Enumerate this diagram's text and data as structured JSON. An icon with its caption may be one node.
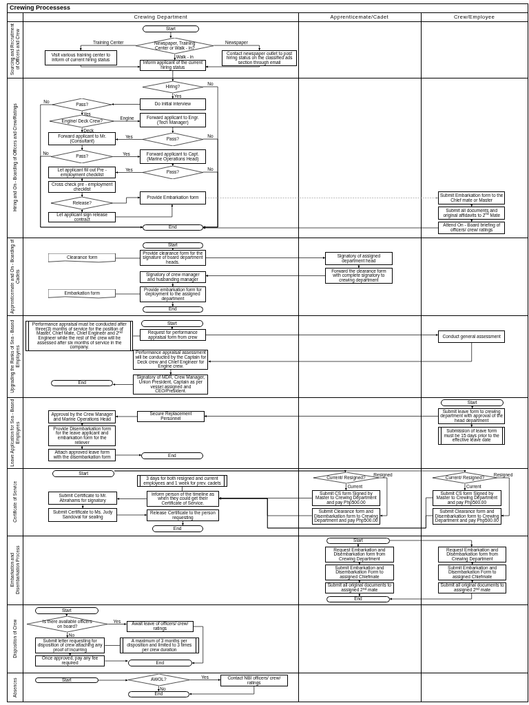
{
  "diagram": {
    "title": "Crewing Processess",
    "nodes": [
      {
        "text": [
          "Start"
        ]
      },
      {
        "text": [
          "Newspaper, Training Center or Walk - in?"
        ]
      },
      {
        "text": [
          "Visit various training center to inform of current hiring status"
        ]
      },
      {
        "text": [
          "Contact newspaper outlet to post hiring status on the classified ads section through email"
        ]
      },
      {
        "text": [
          "Inform applicant of the current hiring status"
        ]
      },
      {
        "text": [
          "Hiring?"
        ]
      },
      {
        "text": [
          "Do initial interview"
        ]
      },
      {
        "text": [
          "Pass?"
        ]
      },
      {
        "text": [
          "Engine/ Deck Crew?"
        ]
      },
      {
        "text": [
          "Forward applicant to Engr. (Tech Manager)"
        ]
      },
      {
        "text": [
          "Forward applicant to Mr. (Consultant)"
        ]
      },
      {
        "text": [
          "Pass?"
        ]
      },
      {
        "text": [
          "Pass?"
        ]
      },
      {
        "text": [
          "Forward applicant to Capt. (Marine Operations Head)"
        ]
      },
      {
        "text": [
          "Pass?"
        ]
      },
      {
        "text": [
          "Let applicant fill out Pre - employment checklist"
        ]
      },
      {
        "text": [
          "Cross check pre - employment checklist"
        ]
      },
      {
        "text": [
          "Release?"
        ]
      },
      {
        "text": [
          "Provide Embarkation form"
        ]
      },
      {
        "text": [
          "Let applicant sign release contract"
        ]
      },
      {
        "text": [
          "End"
        ]
      },
      {
        "text": [
          "Submit Embarkation form to the Chief mate or Master"
        ]
      },
      {
        "text": [
          "Submit all documents and original affidavits to 2$^{nd}$ Mate"
        ]
      },
      {
        "text": [
          "Attend On - Board briefing of officers/ crew/ ratings"
        ]
      },
      {
        "text": [
          "Start"
        ]
      },
      {
        "text": [
          "Clearance form"
        ]
      },
      {
        "text": [
          "Provide clearance form for the signature of board department heads."
        ]
      },
      {
        "text": [
          "Signatory of assigned department head"
        ]
      },
      {
        "text": [
          "Forward the clearance form with complete signatory to crewing department"
        ]
      },
      {
        "text": [
          "Signatory of crew manager and husbanding manager"
        ]
      },
      {
        "text": [
          "Embarkation form"
        ]
      },
      {
        "text": [
          "Provide embarkation form for deployment to the assigned department"
        ]
      },
      {
        "text": [
          "End"
        ]
      },
      {
        "text": [
          "Performance appraisal must be conducted after three(3) months of service for the position of Master, Chief Mate, Chief Engineer and 2$^{nd}$ Engineer while the rest of the crew will be assessed after six months of service in the company."
        ]
      },
      {
        "text": [
          "Start"
        ]
      },
      {
        "text": [
          "Request for performance appraisal form from crew"
        ]
      },
      {
        "text": [
          "Conduct general assessment"
        ]
      },
      {
        "text": [
          "Performance appraisal assessment will be conducted by the Captain for Deck crew and Chief Engineer for Engine crew."
        ]
      },
      {
        "text": [
          "Signatory of MDR, Crew Manager, Union President, Captain as per vessel assigned and CEO/President."
        ]
      },
      {
        "text": [
          "End"
        ]
      },
      {
        "text": [
          "Start"
        ]
      },
      {
        "text": [
          "Submit leave form to crewing department with approval of the head department"
        ]
      },
      {
        "text": [
          "Submission of leave form must be 15 days prior to the effective leave date"
        ]
      },
      {
        "text": [
          "Secure Replacement Personnel"
        ]
      },
      {
        "text": [
          "Approval by the Crew Manager and Marine Operations Head"
        ]
      },
      {
        "text": [
          "Provide Disembarkation form for the leave applicant and embarkation form for the reliever"
        ]
      },
      {
        "text": [
          "Attach approved leave form with the disembarkation form"
        ]
      },
      {
        "text": [
          "End"
        ]
      },
      {
        "text": [
          "Start"
        ]
      },
      {
        "text": [
          "3 days for both resigned and current employees and 1 week for prev. cadets"
        ]
      },
      {
        "text": [
          "Inform person of the timeline as when they could get their Certificate of Service."
        ]
      },
      {
        "text": [
          "Submit Certificate to Mr. Abrahams for signatory"
        ]
      },
      {
        "text": [
          "Submit Certificate to Ms. Judy Sandoval for sealing"
        ]
      },
      {
        "text": [
          "Release Certificate to the person requesting"
        ]
      },
      {
        "text": [
          "End"
        ]
      },
      {
        "text": [
          "Current/ Resigned?"
        ]
      },
      {
        "text": [
          "Submit CS form Signed by Master to Crewing Department and pay Php500.00"
        ]
      },
      {
        "text": [
          "Submit Clearance form and Disembarkation form to Crewing Department and pay Php500.00"
        ]
      },
      {
        "text": [
          "Current/ Resigned?"
        ]
      },
      {
        "text": [
          "Submit CS form Signed by Master to Crewing Department and pay Php500.00"
        ]
      },
      {
        "text": [
          "Submit Clearance form and Disembarkation form to Crewing Department and pay Php500.00"
        ]
      },
      {
        "text": [
          "Start"
        ]
      },
      {
        "text": [
          "Request Embarkation and Disembarkation form from Crewing Department"
        ]
      },
      {
        "text": [
          "Submit Embarkation and Disembarkation Form to assigned Chiefmate"
        ]
      },
      {
        "text": [
          "Submit all original documents to assigned 2$^{nd}$ mate"
        ]
      },
      {
        "text": [
          "End"
        ]
      },
      {
        "text": [
          "Request Embarkation and Disembarkation form from Crewing Department"
        ]
      },
      {
        "text": [
          "Submit Embarkation and Disembarkation Form to assigned Chiefmate"
        ]
      },
      {
        "text": [
          "Submit all original documents to assigned 2$^{nd}$ mate"
        ]
      },
      {
        "text": [
          "Start"
        ]
      },
      {
        "text": [
          "Is there available officers on board?"
        ]
      },
      {
        "text": [
          "Await leave of officers/ crew/ ratings"
        ]
      },
      {
        "text": [
          "Submit letter requesting for disposition of crew attaching any proof of incurring"
        ]
      },
      {
        "text": [
          "A maximum of 3 months per disposition and limited to 3 times per crew duration"
        ]
      },
      {
        "text": [
          "Once approved, pay any fee required"
        ]
      },
      {
        "text": [
          "End"
        ]
      },
      {
        "text": [
          "Start"
        ]
      },
      {
        "text": [
          "AWOL?"
        ]
      },
      {
        "text": [
          "Contact NBI officers/ crew/ ratings"
        ]
      },
      {
        "text": [
          "End"
        ]
      }
    ],
    "edges": [
      {
        "from": 0,
        "to": 1,
        "arrow": "to"
      },
      {
        "from": 1,
        "to": 2,
        "arrow": "to",
        "label": "Training Center"
      },
      {
        "from": 1,
        "to": 3,
        "arrow": "to",
        "label": "Newspaper"
      },
      {
        "from": 1,
        "to": 4,
        "arrow": "to",
        "label": "Walk - in"
      },
      {
        "from": 2,
        "to": 4,
        "arrow": "to"
      },
      {
        "from": 3,
        "to": 4,
        "arrow": "to"
      },
      {
        "from": 4,
        "to": 5,
        "arrow": "to"
      },
      {
        "from": 5,
        "to": 6,
        "arrow": "to",
        "label": "Yes"
      },
      {
        "from": 5,
        "to": 20,
        "arrow": "to",
        "label": "No"
      },
      {
        "from": 6,
        "to": 7,
        "arrow": "to"
      },
      {
        "from": 7,
        "to": 8,
        "arrow": "to",
        "label": "Yes"
      },
      {
        "from": 7,
        "to": 20,
        "arrow": "to",
        "label": "No"
      },
      {
        "from": 8,
        "to": 9,
        "arrow": "to",
        "label": "Engine"
      },
      {
        "from": 8,
        "to": 10,
        "arrow": "to",
        "label": "Deck"
      },
      {
        "from": 9,
        "to": 11,
        "arrow": "to"
      },
      {
        "from": 11,
        "to": 10,
        "arrow": "to",
        "label": "Yes"
      },
      {
        "from": 11,
        "to": 20,
        "arrow": "to",
        "label": "No"
      },
      {
        "from": 10,
        "to": 12,
        "arrow": "to"
      },
      {
        "from": 12,
        "to": 13,
        "arrow": "to",
        "label": "Yes"
      },
      {
        "from": 12,
        "to": 20,
        "arrow": "to",
        "label": "No"
      },
      {
        "from": 13,
        "to": 14,
        "arrow": "to"
      },
      {
        "from": 14,
        "to": 15,
        "arrow": "to",
        "label": "Yes"
      },
      {
        "from": 14,
        "to": 20,
        "arrow": "to",
        "label": "No"
      },
      {
        "from": 15,
        "to": 16,
        "arrow": "to"
      },
      {
        "from": 16,
        "to": 17,
        "arrow": "to"
      },
      {
        "from": 17,
        "to": 18,
        "arrow": "to"
      },
      {
        "from": 17,
        "to": 19,
        "arrow": "to"
      },
      {
        "from": 19,
        "to": 18,
        "arrow": "to"
      },
      {
        "from": 18,
        "to": 21,
        "arrow": "to",
        "style": "dashed",
        "color": "#9a9a9a"
      },
      {
        "from": 21,
        "to": 22,
        "arrow": "to"
      },
      {
        "from": 22,
        "to": 23,
        "arrow": "to"
      },
      {
        "from": 23,
        "to": 20,
        "arrow": "to"
      },
      {
        "from": 24,
        "to": 26,
        "arrow": "to"
      },
      {
        "from": 25,
        "to": 26,
        "arrow": "none"
      },
      {
        "from": 26,
        "to": 27,
        "arrow": "to"
      },
      {
        "from": 27,
        "to": 28,
        "arrow": "to"
      },
      {
        "from": 28,
        "to": 29,
        "arrow": "to"
      },
      {
        "from": 29,
        "to": 31,
        "arrow": "to"
      },
      {
        "from": 30,
        "to": 31,
        "arrow": "none"
      },
      {
        "from": 31,
        "to": 32,
        "arrow": "to"
      },
      {
        "from": 33,
        "to": 35,
        "arrow": "none"
      },
      {
        "from": 34,
        "to": 35,
        "arrow": "to"
      },
      {
        "from": 35,
        "to": 36,
        "arrow": "to"
      },
      {
        "from": 36,
        "to": 37,
        "arrow": "to"
      },
      {
        "from": 37,
        "to": 38,
        "arrow": "to"
      },
      {
        "from": 38,
        "to": 39,
        "arrow": "to"
      },
      {
        "from": 40,
        "to": 41,
        "arrow": "to"
      },
      {
        "from": 41,
        "to": 42,
        "arrow": "to"
      },
      {
        "from": 41,
        "to": 43,
        "arrow": "to"
      },
      {
        "from": 43,
        "to": 44,
        "arrow": "to"
      },
      {
        "from": 44,
        "to": 45,
        "arrow": "to"
      },
      {
        "from": 45,
        "to": 46,
        "arrow": "to"
      },
      {
        "from": 46,
        "to": 47,
        "arrow": "to"
      },
      {
        "from": 48,
        "to": 55,
        "arrow": "to"
      },
      {
        "from": 48,
        "to": 58,
        "arrow": "to"
      },
      {
        "from": 55,
        "to": 56,
        "arrow": "to",
        "label": "Current"
      },
      {
        "from": 55,
        "to": 57,
        "arrow": "to",
        "label": "Resigned"
      },
      {
        "from": 58,
        "to": 59,
        "arrow": "to",
        "label": "Current"
      },
      {
        "from": 58,
        "to": 60,
        "arrow": "to",
        "label": "Resigned"
      },
      {
        "from": 56,
        "to": 50,
        "arrow": "to"
      },
      {
        "from": 57,
        "to": 50,
        "arrow": "to"
      },
      {
        "from": 59,
        "to": 50,
        "arrow": "to"
      },
      {
        "from": 60,
        "to": 50,
        "arrow": "to"
      },
      {
        "from": 49,
        "to": 50,
        "arrow": "none"
      },
      {
        "from": 50,
        "to": 51,
        "arrow": "to"
      },
      {
        "from": 51,
        "to": 52,
        "arrow": "to"
      },
      {
        "from": 52,
        "to": 53,
        "arrow": "to"
      },
      {
        "from": 53,
        "to": 54,
        "arrow": "to"
      },
      {
        "from": 61,
        "to": 62,
        "arrow": "to"
      },
      {
        "from": 62,
        "to": 63,
        "arrow": "to"
      },
      {
        "from": 63,
        "to": 64,
        "arrow": "to"
      },
      {
        "from": 64,
        "to": 65,
        "arrow": "to"
      },
      {
        "from": 61,
        "to": 66,
        "arrow": "to"
      },
      {
        "from": 66,
        "to": 67,
        "arrow": "to"
      },
      {
        "from": 67,
        "to": 68,
        "arrow": "to"
      },
      {
        "from": 68,
        "to": 65,
        "arrow": "to"
      },
      {
        "from": 69,
        "to": 70,
        "arrow": "to"
      },
      {
        "from": 70,
        "to": 71,
        "arrow": "to",
        "label": "Yes"
      },
      {
        "from": 70,
        "to": 72,
        "arrow": "to",
        "label": "No"
      },
      {
        "from": 72,
        "to": 73,
        "arrow": "none"
      },
      {
        "from": 72,
        "to": 74,
        "arrow": "to"
      },
      {
        "from": 74,
        "to": 75,
        "arrow": "to"
      },
      {
        "from": 71,
        "to": 75,
        "arrow": "to"
      },
      {
        "from": 76,
        "to": 77,
        "arrow": "to"
      },
      {
        "from": 77,
        "to": 78,
        "arrow": "to",
        "label": "Yes"
      },
      {
        "from": 77,
        "to": 79,
        "arrow": "to",
        "label": "No"
      },
      {
        "from": 78,
        "to": 79,
        "arrow": "to"
      }
    ],
    "labels": [
      "Crewing Department",
      "Apprenticemate/Cadet",
      "Crew/Employee",
      "Sourcing and Recruitment of Officers and Crew",
      "Hiring and On - Boarding of Officers and Crew/Ratings",
      "Apprenticemate and On - Boarding of Cadets",
      "Upgrading the Ranks of Sea - Based Employees",
      "Leave Application for Sea - Based Employees",
      "Certificate of Service",
      "Embarkation and Disembarkation Process",
      "Disposition of Crew",
      "Absences"
    ]
  }
}
